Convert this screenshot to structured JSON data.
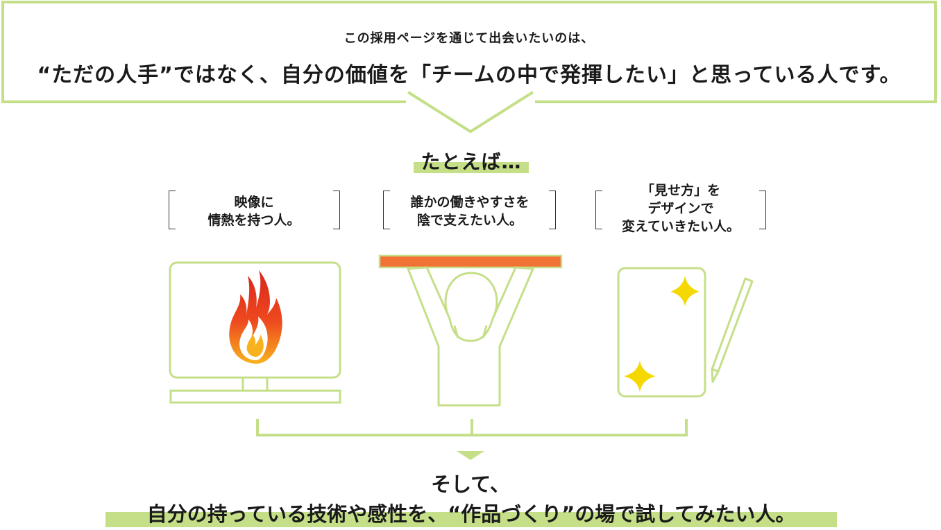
{
  "intro": {
    "line1": "この採用ページを通じて出会いたいのは、",
    "line2": "“ただの人手”ではなく、自分の価値を「チームの中で発揮したい」と思っている人です。"
  },
  "examples": {
    "heading": "たとえば…",
    "items": [
      {
        "lines": [
          "映像に",
          "情熱を持つ人。"
        ],
        "icon": "monitor-flame-icon"
      },
      {
        "lines": [
          "誰かの働きやすさを",
          "陰で支えたい人。"
        ],
        "icon": "person-lifting-board-icon"
      },
      {
        "lines": [
          "「見せ方」を",
          "デザインで",
          "変えていきたい人。"
        ],
        "icon": "tablet-sparkle-pen-icon"
      }
    ]
  },
  "conclusion": {
    "line1": "そして、",
    "line2": "自分の持っている技術や感性を、“作品づくり”の場で試してみたい人。"
  },
  "colors": {
    "accent_green": "#c5df88",
    "board_orange": "#f07234",
    "sparkle_yellow": "#f5d800",
    "text": "#1a1a1a"
  }
}
